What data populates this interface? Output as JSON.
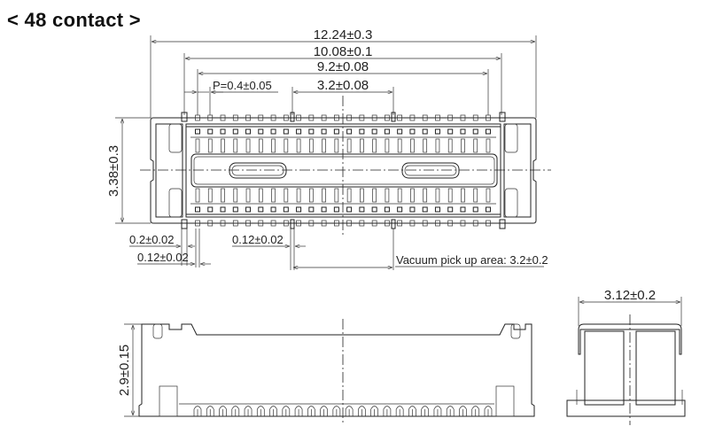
{
  "title": "< 48 contact >",
  "top_view": {
    "dims": {
      "overall_length": "12.24±0.3",
      "post_span": "10.08±0.1",
      "contact_span": "9.2±0.08",
      "pitch": "P=0.4±0.05",
      "slot_span": "3.2±0.08",
      "width": "3.38±0.3",
      "post_width": "0.2±0.02",
      "contact_width": "0.12±0.02",
      "contact_width_2": "0.12±0.02",
      "vacuum": "Vacuum pick up area: 3.2±0.2"
    }
  },
  "side_view": {
    "height": "2.9±0.15"
  },
  "end_view": {
    "width": "3.12±0.2"
  }
}
